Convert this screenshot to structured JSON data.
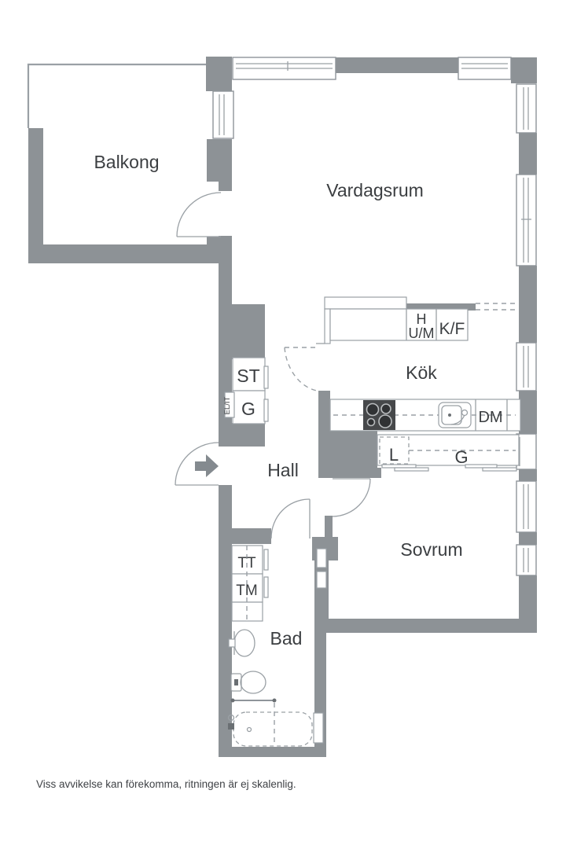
{
  "disclaimer": "Viss avvikelse kan förekomma, ritningen är ej skalenlig.",
  "palette": {
    "wall_gray": "#8d9296",
    "outline_gray": "#9aa0a5",
    "text_color": "#3b3e41",
    "stove_black": "#46484a",
    "background": "#ffffff"
  },
  "rooms": {
    "balcony": "Balkong",
    "living_room": "Vardagsrum",
    "kitchen": "Kök",
    "hall": "Hall",
    "bedroom": "Sovrum",
    "bathroom": "Bad"
  },
  "fixtures": {
    "cleaning_closet": "ST",
    "hall_wardrobe": "G",
    "electrical_panel": "EL/IT",
    "oven_top": "H",
    "oven_micro": "U/M",
    "fridge_freezer": "K/F",
    "dishwasher": "DM",
    "linen_closet": "L",
    "bedroom_wardrobe": "G",
    "dryer": "TT",
    "washing_machine": "TM"
  }
}
